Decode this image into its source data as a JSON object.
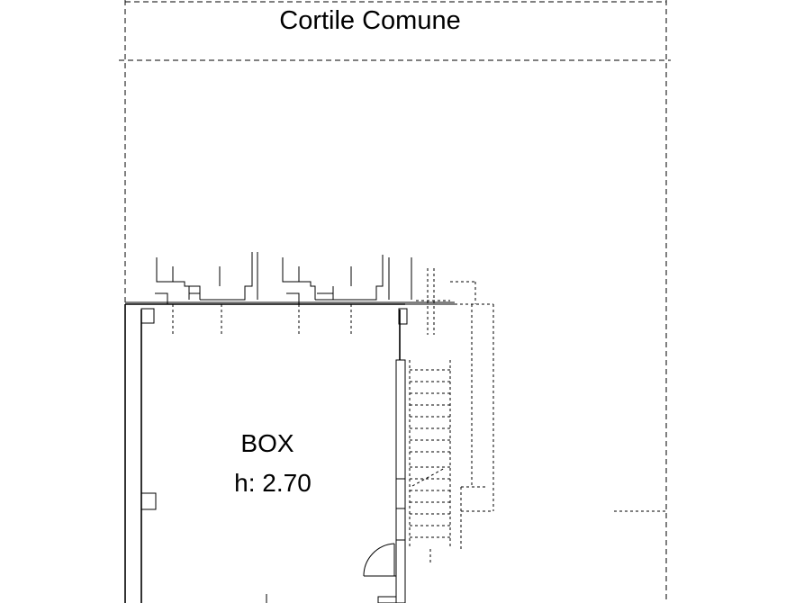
{
  "labels": {
    "courtyard": "Cortile  Comune",
    "room_name": "BOX",
    "room_height": "h: 2.70"
  },
  "colors": {
    "ink": "#000000",
    "paper": "#ffffff"
  }
}
